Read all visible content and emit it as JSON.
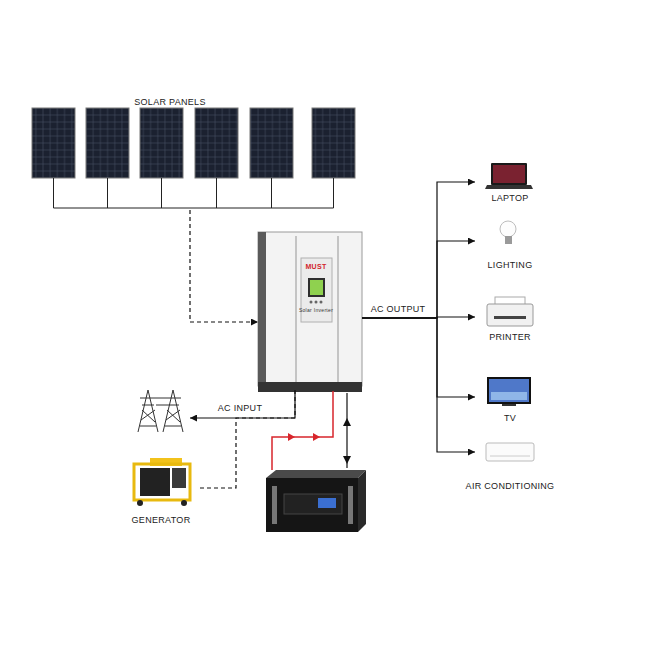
{
  "diagram": {
    "nodes": [
      {
        "text": [
          "SOLAR PANELS"
        ]
      },
      {
        "text": [
          "MUST",
          "Solar Inverter"
        ]
      },
      {
        "text": [
          "LAPTOP"
        ]
      },
      {
        "text": [
          "LIGHTING"
        ]
      },
      {
        "text": [
          "PRINTER"
        ]
      },
      {
        "text": [
          "TV"
        ]
      },
      {
        "text": [
          "AIR CONDITIONING"
        ]
      },
      {
        "text": [
          "GENERATOR"
        ]
      }
    ],
    "edges": [
      {
        "from": 0,
        "to": 1,
        "arrow": "to"
      },
      {
        "from": 1,
        "to": 2,
        "arrow": "to"
      },
      {
        "from": 1,
        "to": 3,
        "arrow": "to"
      },
      {
        "from": 1,
        "to": 4,
        "arrow": "to"
      },
      {
        "from": 1,
        "to": 5,
        "arrow": "to"
      },
      {
        "from": 1,
        "to": 6,
        "arrow": "to"
      },
      {
        "from": 7,
        "to": 1,
        "arrow": "none"
      }
    ],
    "labels": [
      "AC OUTPUT",
      "AC INPUT"
    ]
  }
}
